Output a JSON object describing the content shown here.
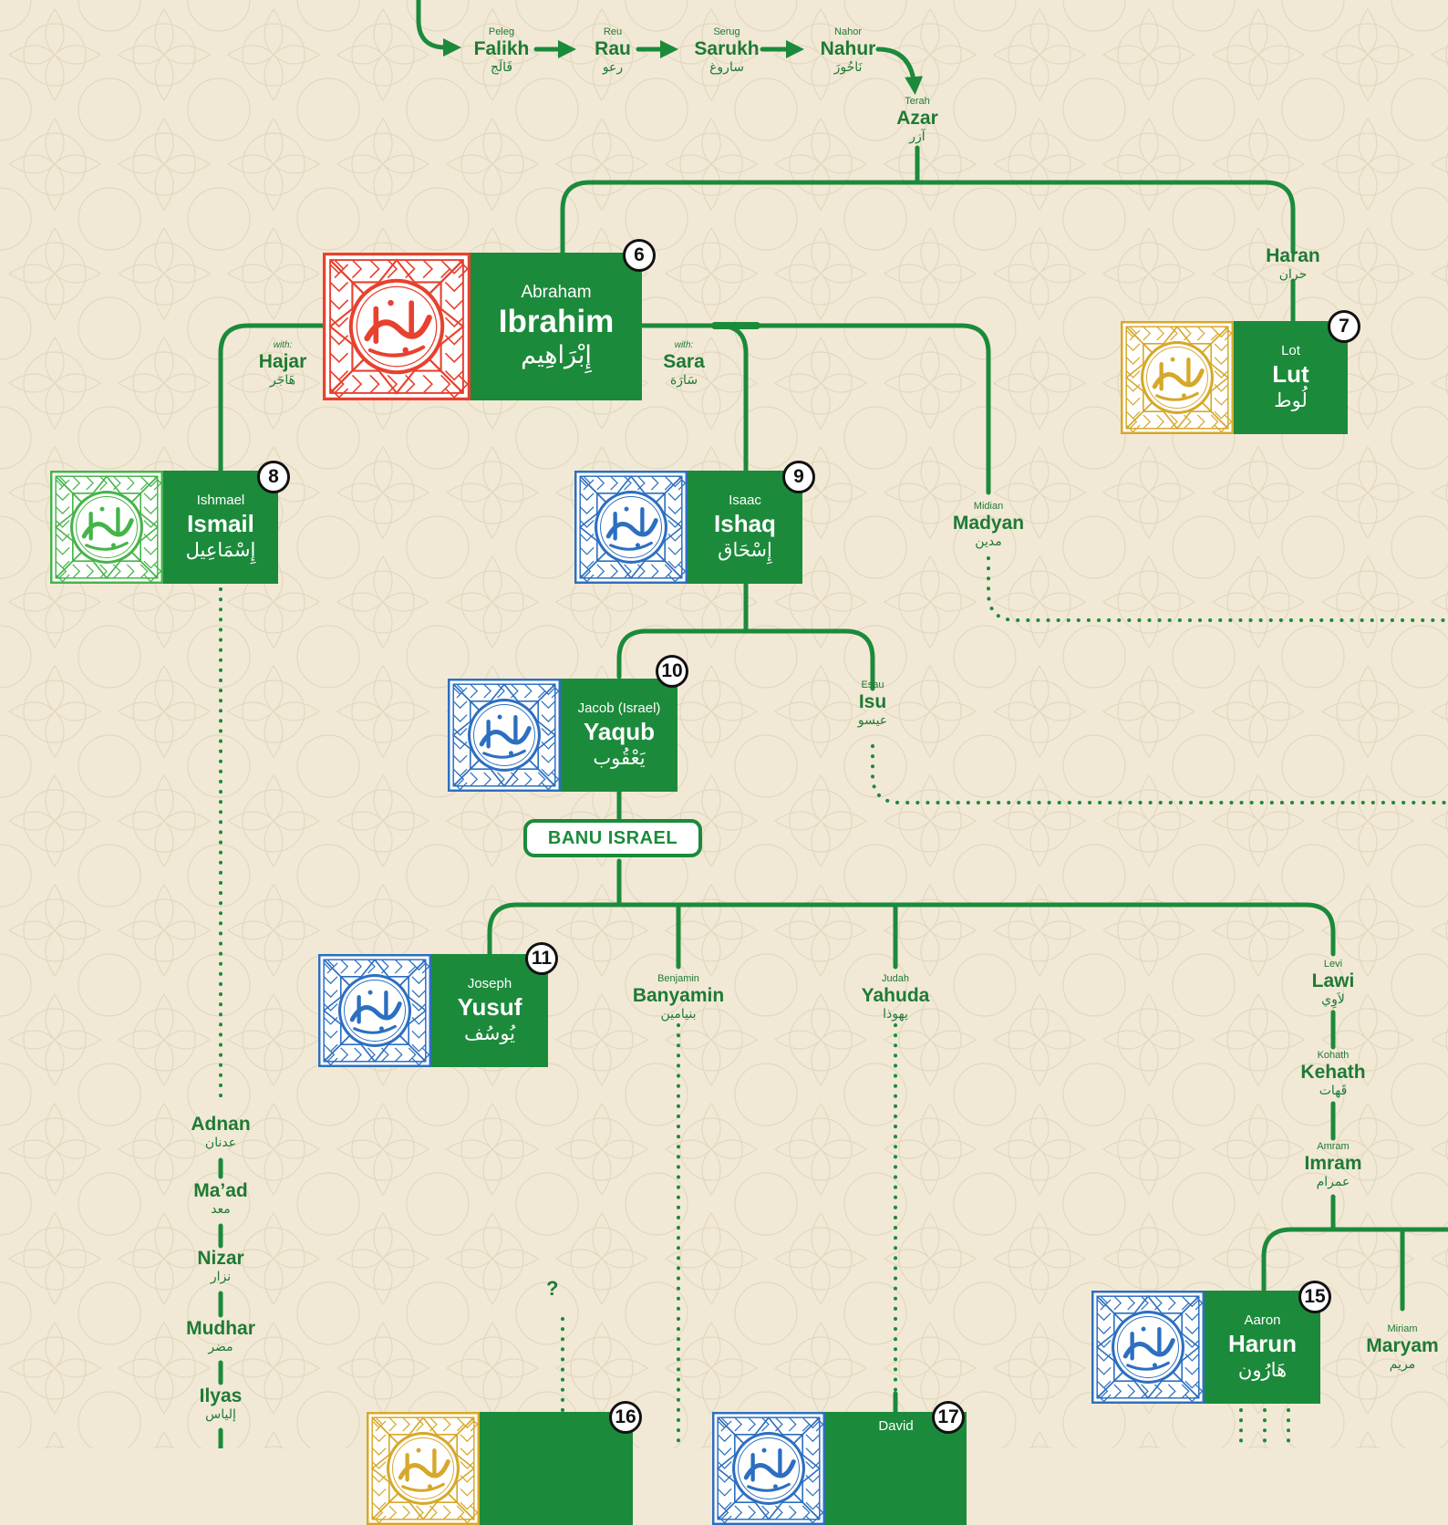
{
  "colors": {
    "green": "#1c8a3b",
    "red": "#e8412f",
    "blue": "#2c6fc0",
    "gold": "#d6a82a",
    "lime": "#45b449",
    "bg": "#f1e9d5"
  },
  "tribe": "BANU ISRAEL",
  "unknown_mark": "?",
  "names": {
    "falikh": {
      "eng": "Peleg",
      "main": "Falikh",
      "ar": "فَالَج"
    },
    "rau": {
      "eng": "Reu",
      "main": "Rau",
      "ar": "رعو"
    },
    "sarukh": {
      "eng": "Serug",
      "main": "Sarukh",
      "ar": "ساروغ"
    },
    "nahur": {
      "eng": "Nahor",
      "main": "Nahur",
      "ar": "نَاحُورَ"
    },
    "azar": {
      "eng": "Terah",
      "main": "Azar",
      "ar": "آزر"
    },
    "haran": {
      "main": "Haran",
      "ar": "حران"
    },
    "hajar": {
      "with": "with:",
      "main": "Hajar",
      "ar": "هَاجَر"
    },
    "sara": {
      "with": "with:",
      "main": "Sara",
      "ar": "سَارَة"
    },
    "madyan": {
      "eng": "Midian",
      "main": "Madyan",
      "ar": "مدين"
    },
    "isu": {
      "eng": "Esau",
      "main": "Isu",
      "ar": "عيسو"
    },
    "banyamin": {
      "eng": "Benjamin",
      "main": "Banyamin",
      "ar": "بنيامين"
    },
    "yahuda": {
      "eng": "Judah",
      "main": "Yahuda",
      "ar": "يهوذا"
    },
    "lawi": {
      "eng": "Levi",
      "main": "Lawi",
      "ar": "لاَوِي"
    },
    "kehath": {
      "eng": "Kohath",
      "main": "Kehath",
      "ar": "قَهات"
    },
    "imram": {
      "eng": "Amram",
      "main": "Imram",
      "ar": "عمرام"
    },
    "maryam": {
      "eng": "Miriam",
      "main": "Maryam",
      "ar": "مريم"
    },
    "adnan": {
      "main": "Adnan",
      "ar": "عدنان"
    },
    "maad": {
      "main": "Ma’ad",
      "ar": "معد"
    },
    "nizar": {
      "main": "Nizar",
      "ar": "نزار"
    },
    "mudhar": {
      "main": "Mudhar",
      "ar": "مضر"
    },
    "ilyas": {
      "main": "Ilyas",
      "ar": "إلياس"
    }
  },
  "prophets": {
    "ibrahim": {
      "number": "6",
      "eng": "Abraham",
      "main": "Ibrahim",
      "ar": "إِبْرَاهِيم"
    },
    "lut": {
      "number": "7",
      "eng": "Lot",
      "main": "Lut",
      "ar": "لُوط"
    },
    "ismail": {
      "number": "8",
      "eng": "Ishmael",
      "main": "Ismail",
      "ar": "إِسْمَاعِيل"
    },
    "ishaq": {
      "number": "9",
      "eng": "Isaac",
      "main": "Ishaq",
      "ar": "إِسْحَاق"
    },
    "yaqub": {
      "number": "10",
      "eng": "Jacob (Israel)",
      "main": "Yaqub",
      "ar": "يَعْقُوب"
    },
    "yusuf": {
      "number": "11",
      "eng": "Joseph",
      "main": "Yusuf",
      "ar": "يُوسُف"
    },
    "harun": {
      "number": "15",
      "eng": "Aaron",
      "main": "Harun",
      "ar": "هَارُون"
    },
    "p16": {
      "number": "16"
    },
    "dawud": {
      "number": "17",
      "eng": "David"
    }
  }
}
